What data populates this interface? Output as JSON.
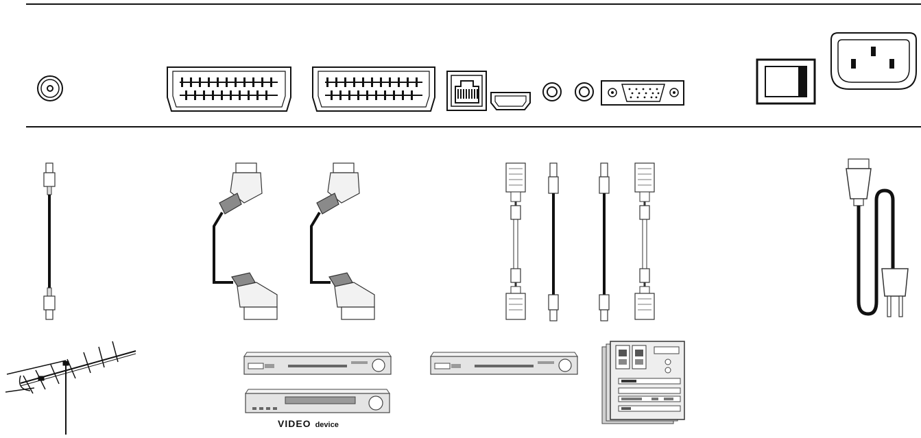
{
  "diagram": {
    "panel": {
      "ports": [
        {
          "name": "antenna-input",
          "icon": "coax-port-icon"
        },
        {
          "name": "scart-1",
          "icon": "scart-port-icon"
        },
        {
          "name": "scart-2",
          "icon": "scart-port-icon"
        },
        {
          "name": "ethernet",
          "icon": "rj45-port-icon"
        },
        {
          "name": "hdmi",
          "icon": "hdmi-port-icon"
        },
        {
          "name": "audio-1",
          "icon": "audio-jack-icon"
        },
        {
          "name": "audio-2",
          "icon": "audio-jack-icon"
        },
        {
          "name": "vga",
          "icon": "vga-port-icon"
        },
        {
          "name": "power-switch",
          "icon": "rocker-switch-icon"
        },
        {
          "name": "power-inlet",
          "icon": "iec-inlet-icon"
        }
      ]
    },
    "devices": {
      "video_label_main": "VIDEO",
      "video_label_sub": "device"
    },
    "colors": {
      "line": "#111111",
      "device_fill": "#e4e4e4",
      "device_dark": "#9a9a9a"
    }
  }
}
